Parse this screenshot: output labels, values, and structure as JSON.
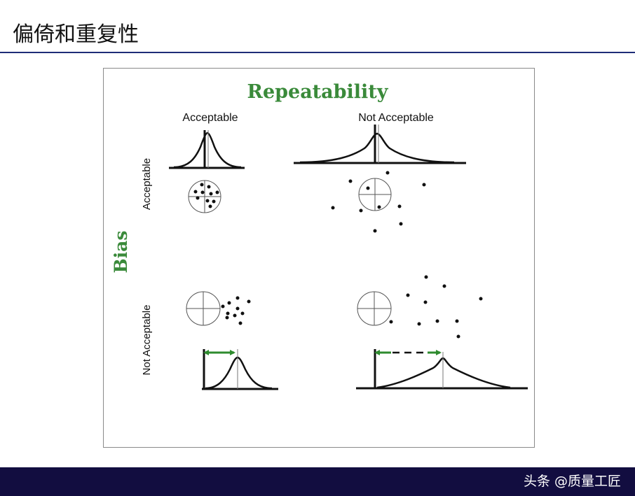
{
  "slide": {
    "title": "偏倚和重复性",
    "watermark": "头条 @质量工匠"
  },
  "figure": {
    "title": "Repeatability",
    "axis_label": "Bias",
    "columns": [
      "Acceptable",
      "Not Acceptable"
    ],
    "rows": [
      "Acceptable",
      "Not Acceptable"
    ],
    "colors": {
      "title_green": "#3a8a3a",
      "arrow_green": "#2e8b2e",
      "ink": "#111111",
      "rule_blue": "#1e2c78",
      "footer_navy": "#120d40"
    }
  }
}
